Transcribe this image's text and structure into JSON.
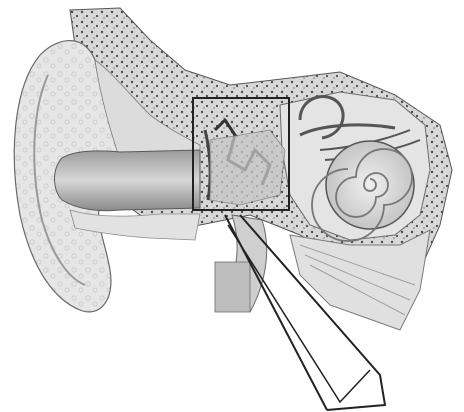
{
  "figure": {
    "subject": "ear-anatomy-cross-section",
    "style": "grayscale-engraving",
    "labels": []
  },
  "colors": {
    "background": "#ffffff",
    "outline": "#3a3a3a",
    "skin": "#e6e6e6",
    "skin_shadow": "#cfcfcf",
    "canal": "#bdbdbd",
    "bone_fill": "#d8d8d8",
    "bone_dots": "#4a4a4a",
    "inner_ear": "#d0d0d0",
    "callout_frame": "#222222"
  },
  "icons": {
    "magnifier_frame": "rectangle-callout",
    "pointer": "triangle-leader-lines"
  }
}
